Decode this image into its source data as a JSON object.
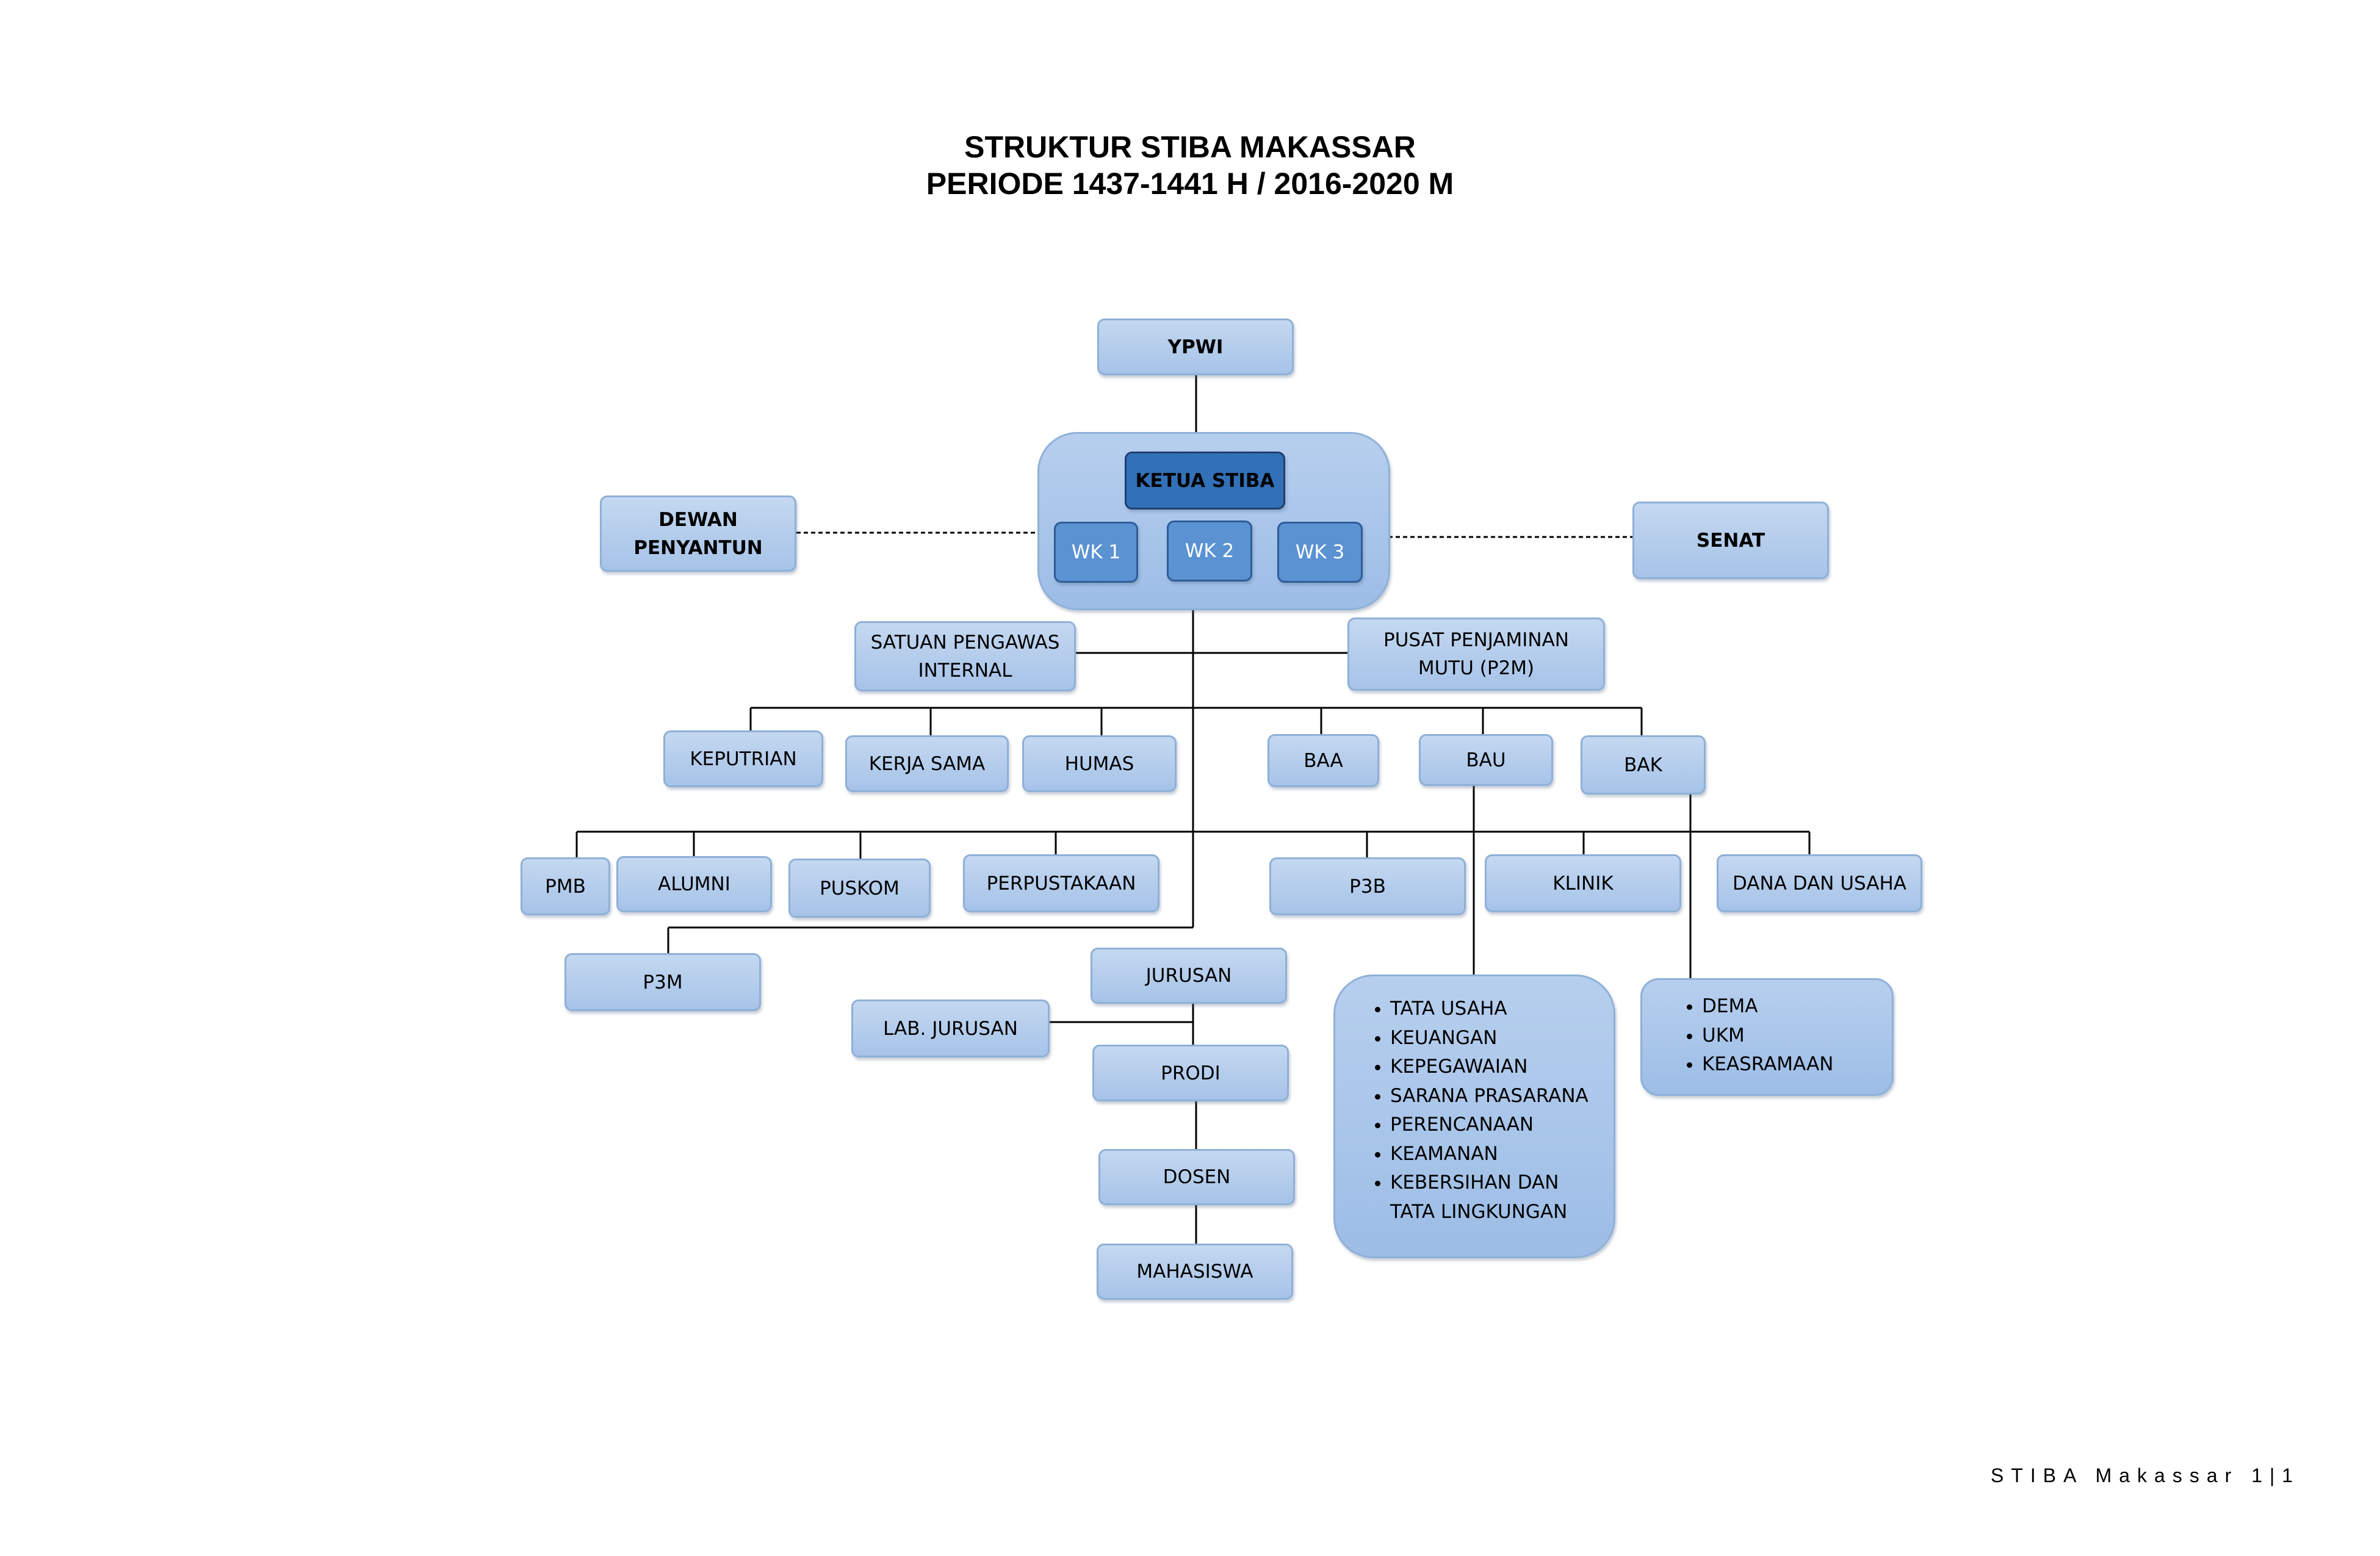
{
  "title_line1": "STRUKTUR STIBA MAKASSAR",
  "title_line2": "PERIODE 1437-1441 H / 2016-2020 M",
  "nodes": {
    "ypwi": "YPWI",
    "ketua": "KETUA STIBA",
    "wk1": "WK 1",
    "wk2": "WK 2",
    "wk3": "WK 3",
    "dewan_l1": "DEWAN",
    "dewan_l2": "PENYANTUN",
    "senat": "SENAT",
    "spi_l1": "SATUAN PENGAWAS",
    "spi_l2": "INTERNAL",
    "p2m_l1": "PUSAT PENJAMINAN",
    "p2m_l2": "MUTU (P2M)",
    "keputrian": "KEPUTRIAN",
    "kerja_sama": "KERJA SAMA",
    "humas": "HUMAS",
    "baa": "BAA",
    "bau": "BAU",
    "bak": "BAK",
    "pmb": "PMB",
    "alumni": "ALUMNI",
    "puskom": "PUSKOM",
    "perpustakaan": "PERPUSTAKAAN",
    "p3b": "P3B",
    "klinik": "KLINIK",
    "dana_usaha": "DANA DAN USAHA",
    "p3m": "P3M",
    "jurusan": "JURUSAN",
    "lab_jurusan": "LAB. JURUSAN",
    "prodi": "PRODI",
    "dosen": "DOSEN",
    "mahasiswa": "MAHASISWA"
  },
  "bau_list": [
    "TATA USAHA",
    "KEUANGAN",
    "KEPEGAWAIAN",
    "SARANA PRASARANA",
    "PERENCANAAN",
    "KEAMANAN",
    "KEBERSIHAN DAN"
  ],
  "bau_list_cont": "TATA LINGKUNGAN",
  "bak_list": [
    "DEMA",
    "UKM",
    "KEASRAMAAN"
  ],
  "footer": "STIBA Makassar 1|1"
}
